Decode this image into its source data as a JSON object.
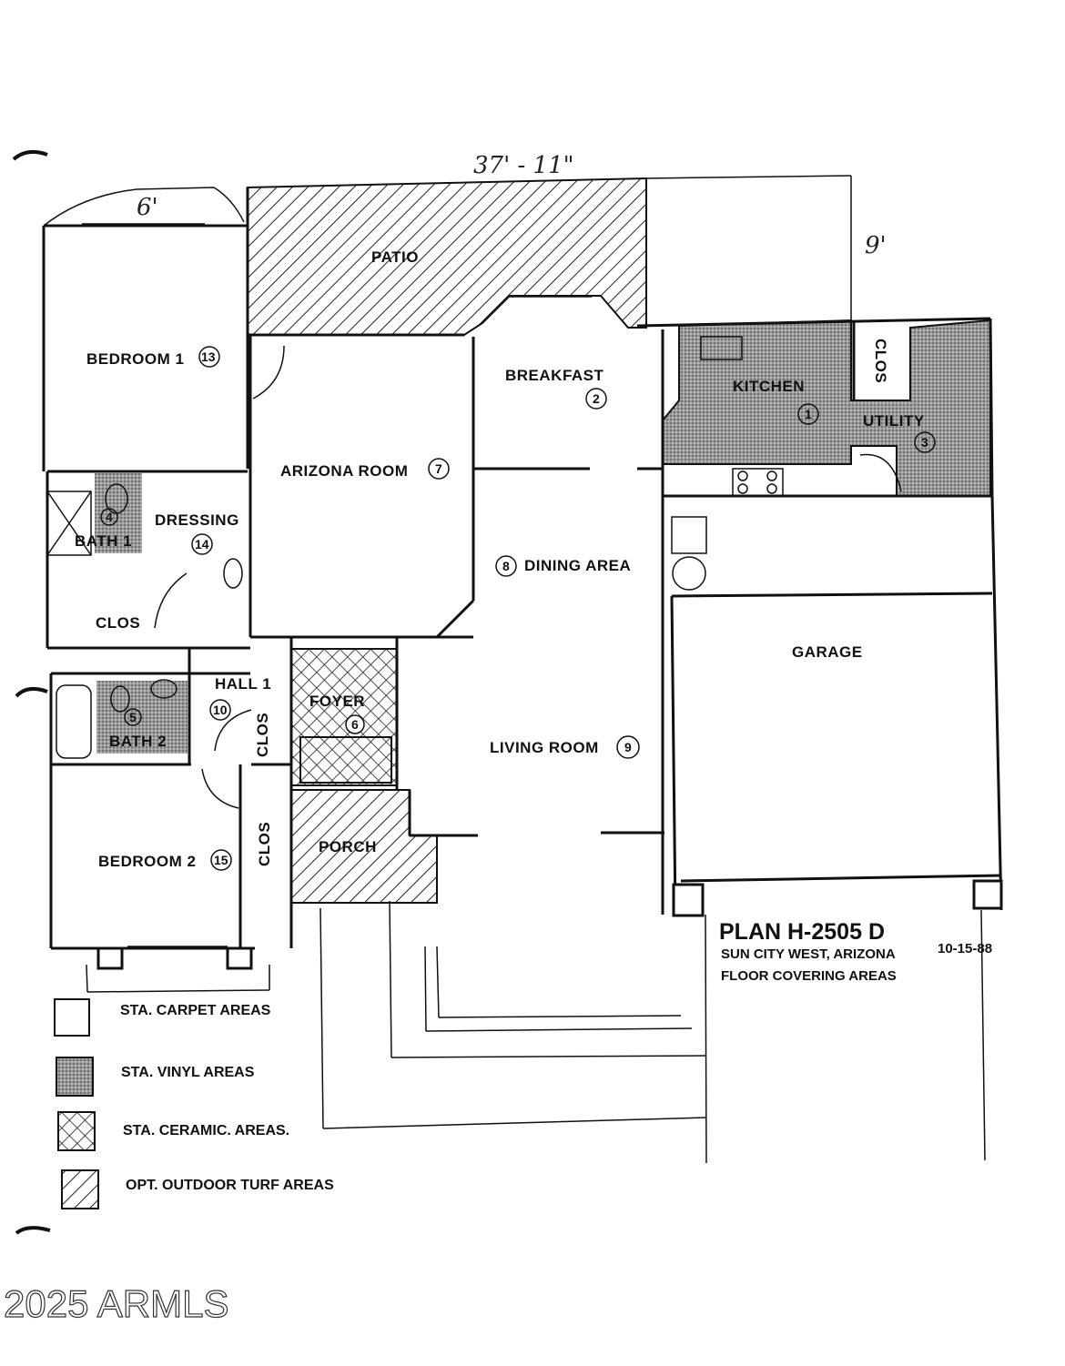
{
  "dimensions": {
    "width_total": "37' - 11\"",
    "left_bay": "6'",
    "right_bay": "9'"
  },
  "rooms": {
    "patio": "PATIO",
    "bedroom1": {
      "label": "BEDROOM 1",
      "num": "13"
    },
    "breakfast": {
      "label": "BREAKFAST",
      "num": "2"
    },
    "kitchen": {
      "label": "KITCHEN",
      "num": "1"
    },
    "utility": {
      "label": "UTILITY",
      "num": "3"
    },
    "clos_utility": "CLOS",
    "arizona": {
      "label": "ARIZONA ROOM",
      "num": "7"
    },
    "bath1": {
      "label": "BATH 1",
      "num": "4"
    },
    "dressing": {
      "label": "DRESSING",
      "num": "14"
    },
    "clos1": "CLOS",
    "dining": {
      "label": "DINING AREA",
      "num": "8"
    },
    "garage": "GARAGE",
    "hall1": {
      "label": "HALL 1",
      "num": "10"
    },
    "clos_hall": "CLOS",
    "bath2": {
      "label": "BATH 2",
      "num": "5"
    },
    "foyer": {
      "label": "FOYER",
      "num": "6"
    },
    "living": {
      "label": "LIVING ROOM",
      "num": "9"
    },
    "porch": "PORCH",
    "bedroom2": {
      "label": "BEDROOM 2",
      "num": "15"
    },
    "clos_bed2": "CLOS"
  },
  "title_block": {
    "plan": "PLAN H-2505 D",
    "location": "SUN CITY WEST, ARIZONA",
    "date": "10-15-88",
    "subtitle": "FLOOR COVERING AREAS"
  },
  "legend": [
    {
      "pattern": "plain",
      "label": "STA. CARPET AREAS"
    },
    {
      "pattern": "dots",
      "label": "STA. VINYL AREAS"
    },
    {
      "pattern": "crosshatch",
      "label": "STA. CERAMIC. AREAS."
    },
    {
      "pattern": "hatch",
      "label": "OPT. OUTDOOR TURF AREAS"
    }
  ],
  "watermark": "2025 ARMLS"
}
